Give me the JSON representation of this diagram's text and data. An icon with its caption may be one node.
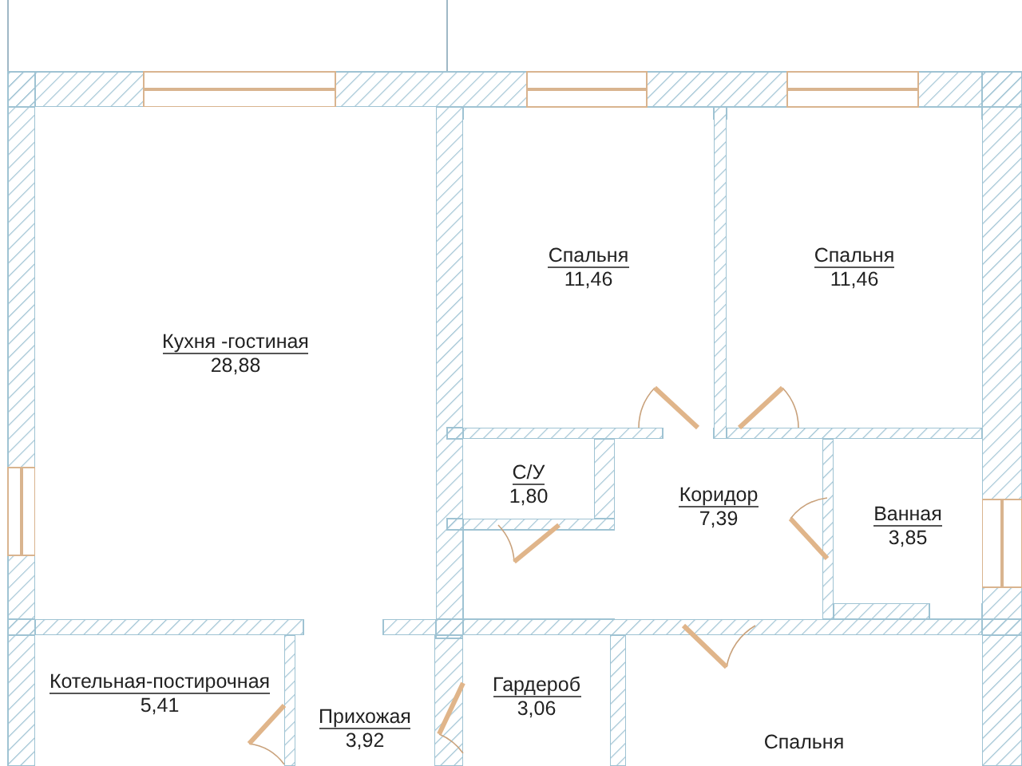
{
  "diagram": {
    "nodes": [
      {
        "text": [
          "Кухня -гостиная",
          "28,88"
        ]
      },
      {
        "text": [
          "Спальня",
          "11,46"
        ]
      },
      {
        "text": [
          "Спальня",
          "11,46"
        ]
      },
      {
        "text": [
          "С/У",
          "1,80"
        ]
      },
      {
        "text": [
          "Коридор",
          "7,39"
        ]
      },
      {
        "text": [
          "Ванная",
          "3,85"
        ]
      },
      {
        "text": [
          "Котельная-постирочная",
          "5,41"
        ]
      },
      {
        "text": [
          "Прихожая",
          "3,92"
        ]
      },
      {
        "text": [
          "Гардероб",
          "3,06"
        ]
      },
      {
        "text": [
          "Спальня"
        ]
      }
    ]
  }
}
